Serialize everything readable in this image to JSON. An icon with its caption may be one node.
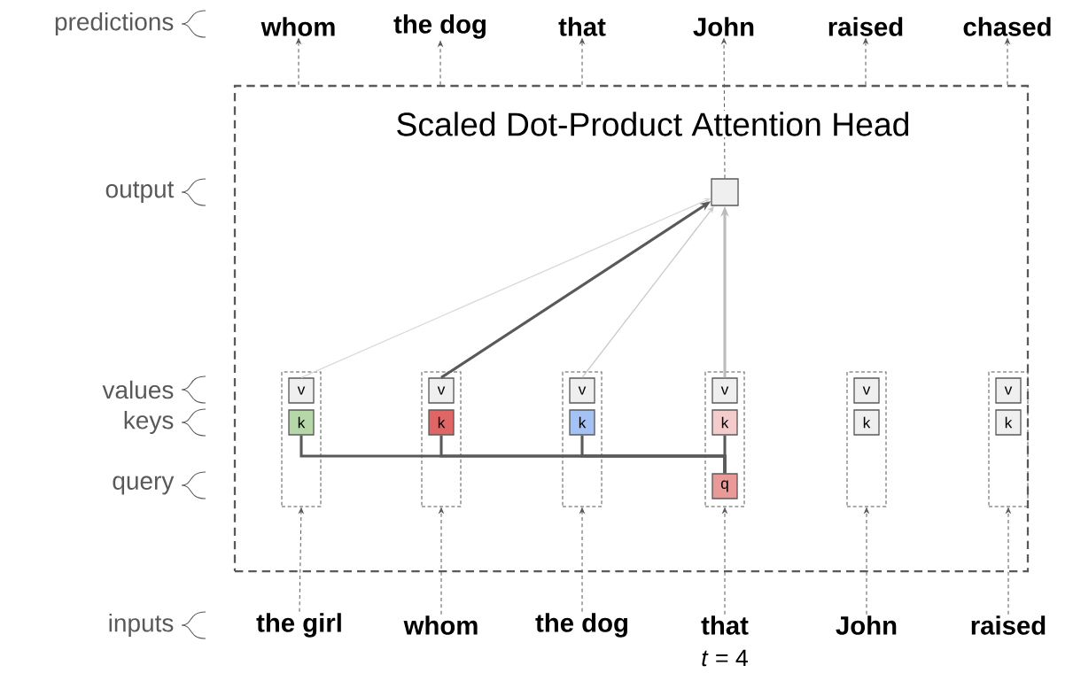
{
  "diagram": {
    "nodes": [
      {
        "text": [
          "Scaled Dot-Product Attention Head"
        ]
      },
      {
        "text": [],
        "shape": "box",
        "in": 0
      },
      {
        "text": [],
        "shape": "box",
        "in": 0
      },
      {
        "text": [
          "v"
        ],
        "in": 2
      },
      {
        "text": [
          "k"
        ],
        "in": 2
      },
      {
        "text": [],
        "shape": "box",
        "in": 0
      },
      {
        "text": [
          "v"
        ],
        "in": 5
      },
      {
        "text": [
          "k"
        ],
        "in": 5
      },
      {
        "text": [],
        "shape": "box",
        "in": 0
      },
      {
        "text": [
          "v"
        ],
        "in": 8
      },
      {
        "text": [
          "k"
        ],
        "in": 8
      },
      {
        "text": [],
        "shape": "box",
        "in": 0
      },
      {
        "text": [
          "v"
        ],
        "in": 11
      },
      {
        "text": [
          "k"
        ],
        "in": 11
      },
      {
        "text": [
          "q"
        ],
        "in": 11
      },
      {
        "text": [],
        "shape": "box",
        "in": 0
      },
      {
        "text": [
          "v"
        ],
        "in": 15
      },
      {
        "text": [
          "k"
        ],
        "in": 15
      },
      {
        "text": [],
        "shape": "box",
        "in": 0
      },
      {
        "text": [
          "v"
        ],
        "in": 18
      },
      {
        "text": [
          "k"
        ],
        "in": 18
      },
      {
        "text": [
          "whom"
        ]
      },
      {
        "text": [
          "the dog"
        ]
      },
      {
        "text": [
          "that"
        ]
      },
      {
        "text": [
          "John"
        ]
      },
      {
        "text": [
          "raised"
        ]
      },
      {
        "text": [
          "chased"
        ]
      },
      {
        "text": [
          "the girl"
        ]
      },
      {
        "text": [
          "whom"
        ]
      },
      {
        "text": [
          "the dog"
        ]
      },
      {
        "text": [
          "that"
        ],
        "beside": [
          "*t* = 4"
        ]
      },
      {
        "text": [
          "John"
        ]
      },
      {
        "text": [
          "raised"
        ]
      }
    ],
    "edges": [
      {
        "from": 0,
        "to": 21,
        "arrow": "to",
        "style": "dashed"
      },
      {
        "from": 0,
        "to": 22,
        "arrow": "to",
        "style": "dashed"
      },
      {
        "from": 0,
        "to": 23,
        "arrow": "to",
        "style": "dashed"
      },
      {
        "from": 1,
        "to": 24,
        "arrow": "to",
        "style": "dashed"
      },
      {
        "from": 0,
        "to": 25,
        "arrow": "to",
        "style": "dashed"
      },
      {
        "from": 0,
        "to": 26,
        "arrow": "to",
        "style": "dashed"
      },
      {
        "from": 3,
        "to": 1,
        "arrow": "to",
        "color": "#d9d9d9"
      },
      {
        "from": 6,
        "to": 1,
        "arrow": "to",
        "style": "thick"
      },
      {
        "from": 9,
        "to": 1,
        "arrow": "to",
        "color": "#c8c8c8"
      },
      {
        "from": 12,
        "to": 1,
        "arrow": "to",
        "style": "thick",
        "color": "#bbbbbb"
      },
      {
        "from": 14,
        "to": 4,
        "arrow": "none",
        "style": "thick"
      },
      {
        "from": 14,
        "to": 7,
        "arrow": "none",
        "style": "thick"
      },
      {
        "from": 14,
        "to": 10,
        "arrow": "none",
        "style": "thick"
      },
      {
        "from": 14,
        "to": 13,
        "arrow": "none",
        "style": "thick"
      },
      {
        "from": 27,
        "to": 2,
        "arrow": "to",
        "style": "dashed"
      },
      {
        "from": 28,
        "to": 5,
        "arrow": "to",
        "style": "dashed"
      },
      {
        "from": 29,
        "to": 8,
        "arrow": "to",
        "style": "dashed"
      },
      {
        "from": 30,
        "to": 11,
        "arrow": "to",
        "style": "dashed"
      },
      {
        "from": 31,
        "to": 15,
        "arrow": "to",
        "style": "dashed"
      },
      {
        "from": 32,
        "to": 18,
        "arrow": "to",
        "style": "dashed"
      }
    ],
    "labels": [
      "predictions",
      "output",
      "values",
      "keys",
      "query",
      "inputs"
    ]
  }
}
